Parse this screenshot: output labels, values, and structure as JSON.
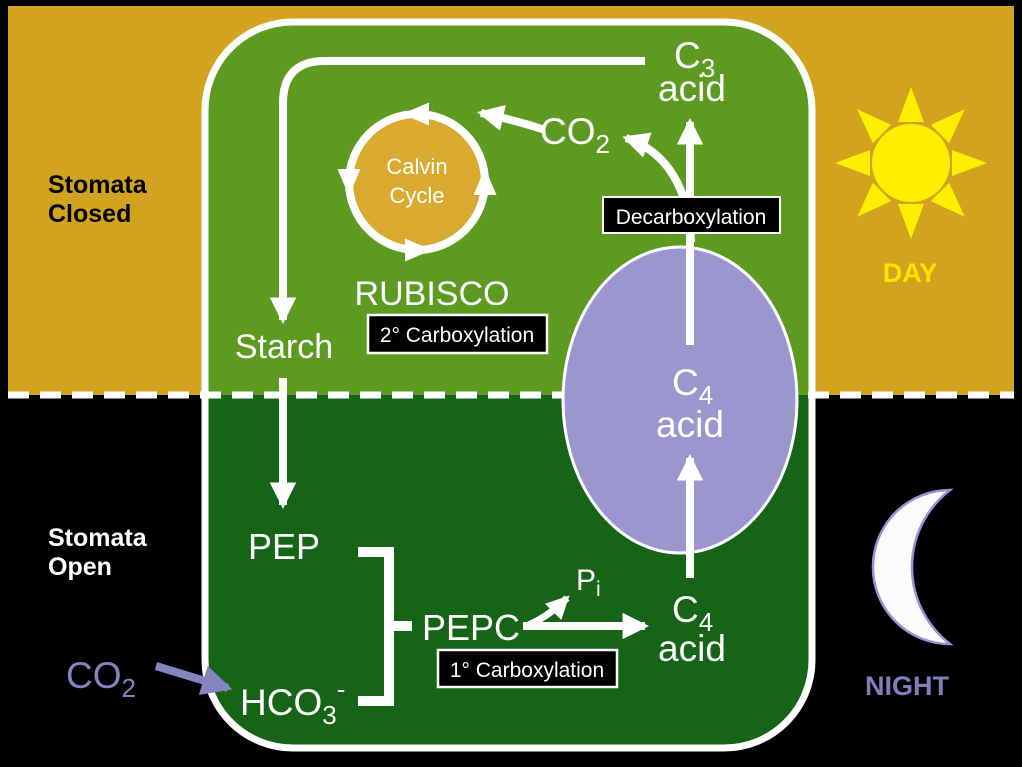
{
  "scene": {
    "day_label": "DAY",
    "night_label": "NIGHT",
    "stomata_closed": {
      "line1": "Stomata",
      "line2": "Closed"
    },
    "stomata_open": {
      "line1": "Stomata",
      "line2": "Open"
    }
  },
  "cell": {
    "calvin_cycle": {
      "line1": "Calvin",
      "line2": "Cycle"
    },
    "rubisco": "RUBISCO",
    "starch": "Starch",
    "pep": "PEP",
    "pepc": "PEPC",
    "decarboxylation": "Decarboxylation",
    "secondary_carboxylation": "2° Carboxylation",
    "primary_carboxylation": "1° Carboxylation"
  },
  "molecules": {
    "c3_acid": {
      "base": "C",
      "sub": "3",
      "line2": "acid"
    },
    "co2_day": {
      "base": "CO",
      "sub": "2"
    },
    "c4_acid_vacuole": {
      "base": "C",
      "sub": "4",
      "line2": "acid"
    },
    "c4_acid_product": {
      "base": "C",
      "sub": "4",
      "line2": "acid"
    },
    "pi": {
      "base": "P",
      "sub": "i"
    },
    "hco3": {
      "base": "HCO",
      "sub": "3",
      "sup": "-"
    },
    "co2_night": {
      "base": "CO",
      "sub": "2"
    }
  },
  "colors": {
    "day_background": "#D1A31E",
    "night_background": "#000000",
    "cell_day": "#5C9B20",
    "cell_night": "#166517",
    "calvin_circle": "#D9A930",
    "vacuole": "#9C96CE",
    "sun": "#FFEE00",
    "day_text": "#FFE200",
    "night_text": "#7E80BB",
    "co2_night_text": "#8286BD",
    "moon_fill": "#FBFBFD",
    "moon_outline": "#9C8FD8",
    "arrow_white": "#FFFFFF"
  }
}
